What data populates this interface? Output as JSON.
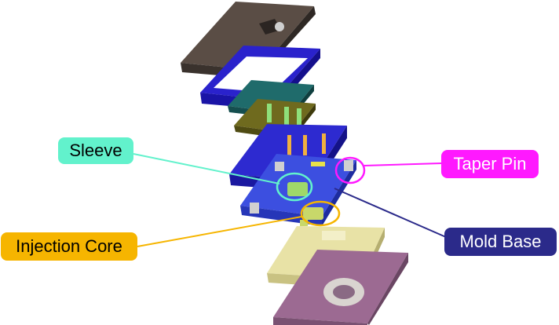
{
  "colors": {
    "plate_dark": "#5a4d45",
    "plate_blue": "#2a22cc",
    "plate_teal": "#1f6b6b",
    "plate_olive": "#6f6a1e",
    "plate_cavity": "#2d2ad0",
    "plate_core_blue": "#3c4fe0",
    "plate_cream": "#e8e2a6",
    "plate_mauve": "#9c6a92",
    "sleeve": "#62f2cc",
    "taper_pin": "#ff19ff",
    "injection_core": "#f6b500",
    "mold_base": "#2b2a8a"
  },
  "callouts": [
    {
      "id": "sleeve",
      "label": "Sleeve",
      "bg": "#62f2cc",
      "fg": "#000000"
    },
    {
      "id": "taper_pin",
      "label": "Taper Pin",
      "bg": "#ff19ff",
      "fg": "#ffffff"
    },
    {
      "id": "injection_core",
      "label": "Injection Core",
      "bg": "#f6b500",
      "fg": "#000000"
    },
    {
      "id": "mold_base",
      "label": "Mold Base",
      "bg": "#2b2a8a",
      "fg": "#ffffff"
    }
  ]
}
